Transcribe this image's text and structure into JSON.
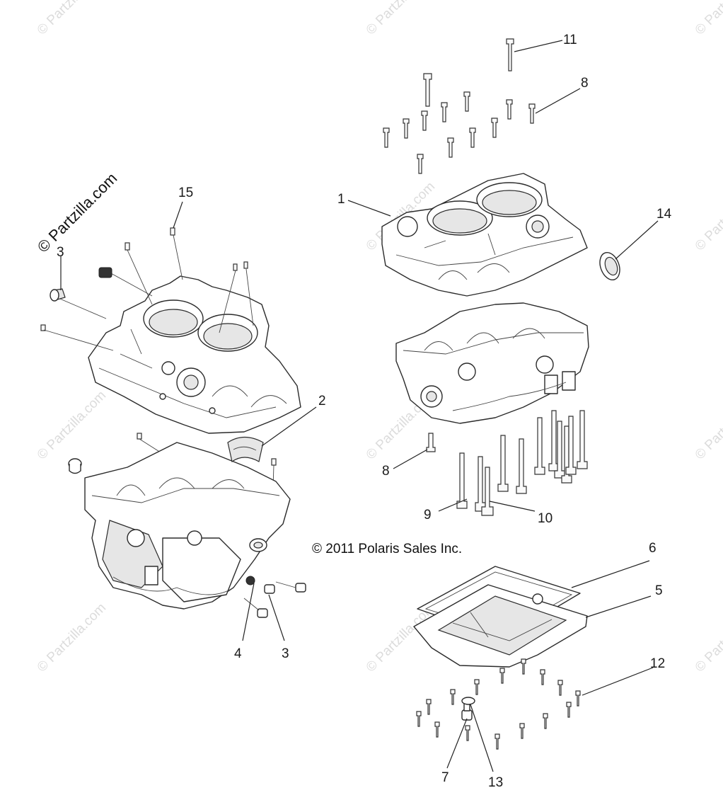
{
  "watermark_text": "© Partzilla.com",
  "brand_text": "© Partzilla.com",
  "copyright": "© 2011 Polaris Sales Inc.",
  "callouts": {
    "c1": "1",
    "c2": "2",
    "c3a": "3",
    "c3b": "3",
    "c4": "4",
    "c5": "5",
    "c6": "6",
    "c7": "7",
    "c8a": "8",
    "c8b": "8",
    "c9": "9",
    "c10": "10",
    "c11": "11",
    "c12": "12",
    "c13": "13",
    "c14": "14",
    "c15": "15"
  }
}
